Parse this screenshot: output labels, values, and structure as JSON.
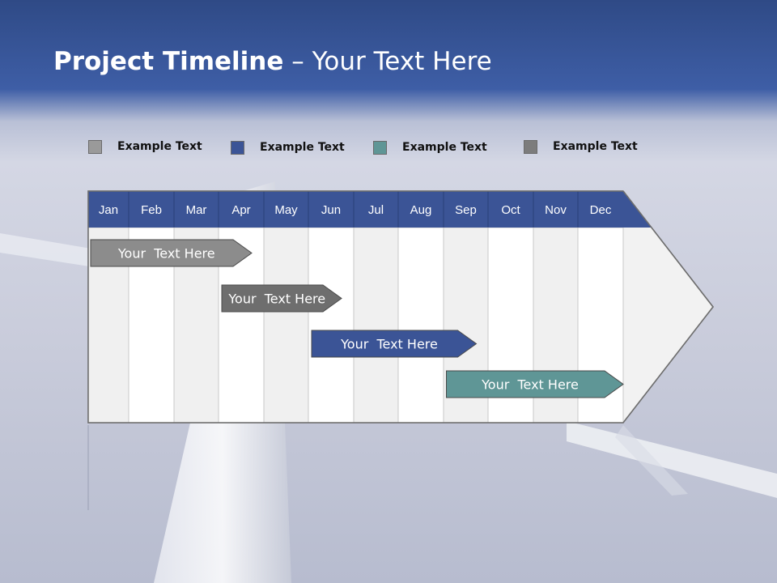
{
  "slide": {
    "title_bold": "Project Timeline",
    "title_rest": " – Your Text Here"
  },
  "legend": [
    {
      "label": "Example Text",
      "color": "#9a9a9a"
    },
    {
      "label": "Example Text",
      "color": "#3b5496"
    },
    {
      "label": "Example Text",
      "color": "#5f9696"
    },
    {
      "label": "Example Text",
      "color": "#7c7c7c"
    }
  ],
  "timeline": {
    "months": [
      "Jan",
      "Feb",
      "Mar",
      "Apr",
      "May",
      "Jun",
      "Jul",
      "Aug",
      "Sep",
      "Oct",
      "Nov",
      "Dec"
    ],
    "header_color": "#3b5496",
    "tasks": [
      {
        "label": "Your  Text Here",
        "start_month": "Jan",
        "end_month": "Apr",
        "color": "#8c8c8c"
      },
      {
        "label": "Your  Text Here",
        "start_month": "Apr",
        "end_month": "Jun",
        "color": "#6e6e6e"
      },
      {
        "label": "Your  Text Here",
        "start_month": "Jun",
        "end_month": "Sep",
        "color": "#3b5496"
      },
      {
        "label": "Your  Text Here",
        "start_month": "Sep",
        "end_month": "Dec",
        "color": "#5f9696"
      }
    ]
  }
}
